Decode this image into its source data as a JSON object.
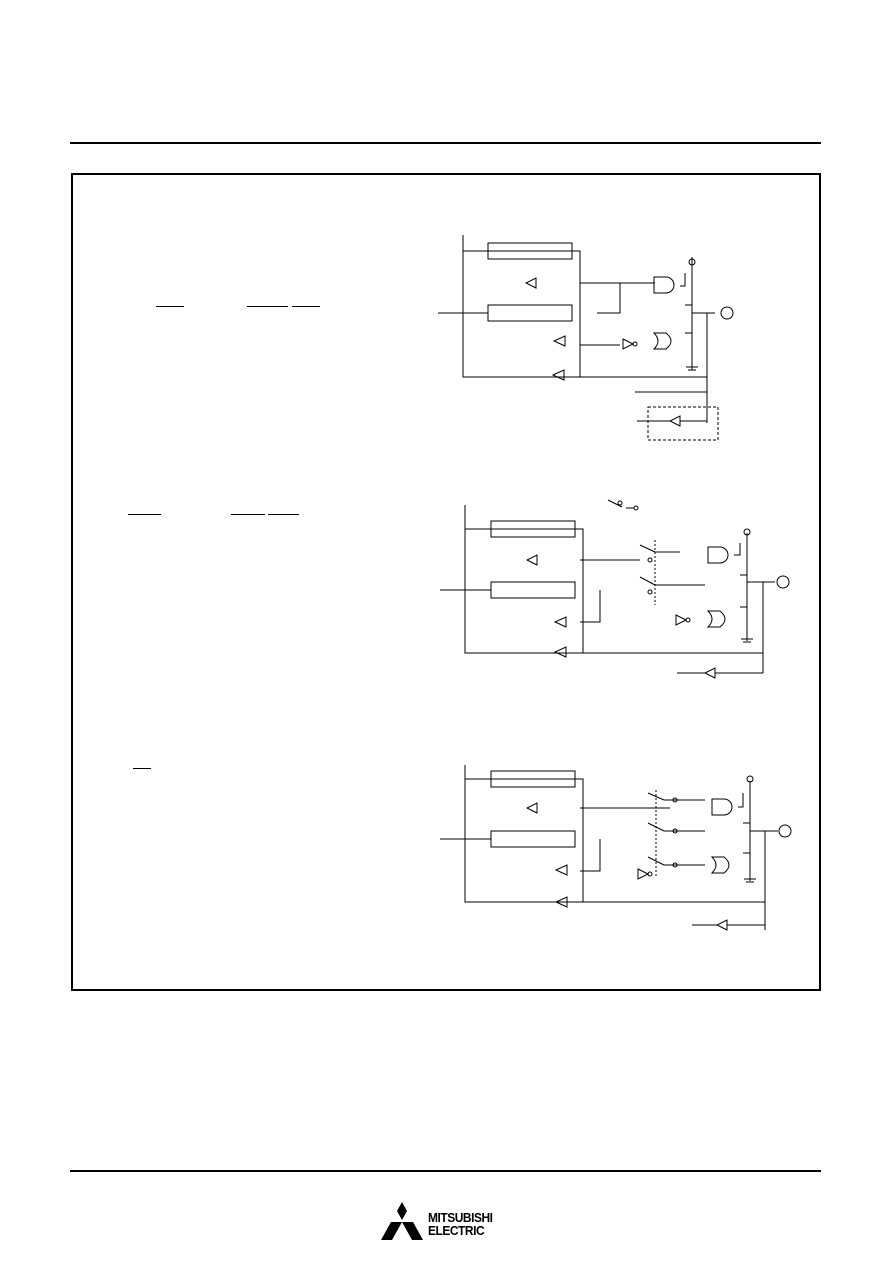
{
  "brand": {
    "line1": "MITSUBISHI",
    "line2": "ELECTRIC"
  },
  "figure": {
    "circuit_count": 3
  }
}
